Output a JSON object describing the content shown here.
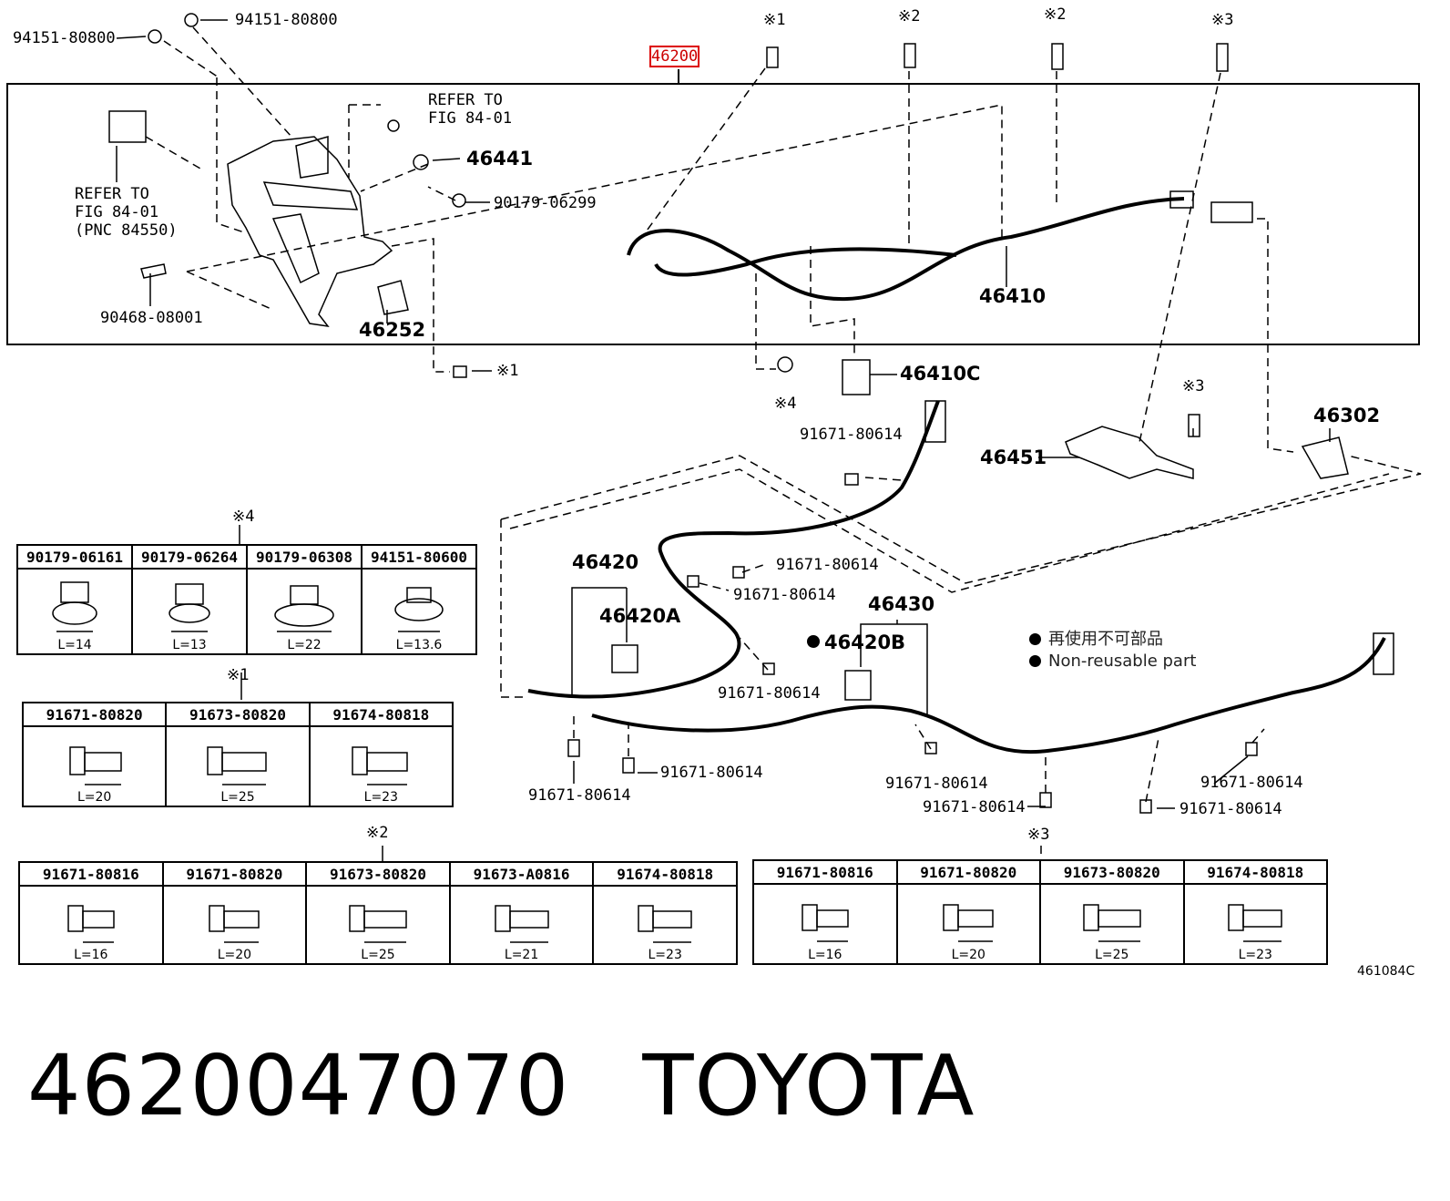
{
  "callouts": {
    "c1": "94151-80800",
    "c2": "94151-80800",
    "assembly": "46200",
    "m1": "※1",
    "m2a": "※2",
    "m2b": "※2",
    "m3": "※3",
    "refer1": "REFER TO\nFIG 84-01",
    "refer2": "REFER TO\nFIG 84-01\n(PNC 84550)",
    "p46441": "46441",
    "p90179": "90179-06299",
    "p90468": "90468-08001",
    "p46252": "46252",
    "p46410": "46410",
    "m1b": "※1",
    "m4": "※4",
    "p46410C": "46410C",
    "p91671a": "91671-80614",
    "p46451": "46451",
    "m3b": "※3",
    "p46302": "46302",
    "p91671b": "91671-80614",
    "p91671c": "91671-80614",
    "p46420": "46420",
    "p46420A": "46420A",
    "p46430": "46430",
    "p46420B": "46420B",
    "p91671d": "91671-80614",
    "p91671e": "91671-80614",
    "p91671f": "91671-80614",
    "p91671g": "91671-80614",
    "p91671h": "91671-80614",
    "p91671i": "91671-80614",
    "p91671j": "91671-80614"
  },
  "legend": {
    "jp": "再使用不可部品",
    "en": "Non-reusable part"
  },
  "tables": {
    "t4": {
      "mark": "※4",
      "items": [
        {
          "part": "90179-06161",
          "len": "L=14"
        },
        {
          "part": "90179-06264",
          "len": "L=13"
        },
        {
          "part": "90179-06308",
          "len": "L=22"
        },
        {
          "part": "94151-80600",
          "len": "L=13.6"
        }
      ]
    },
    "t1": {
      "mark": "※1",
      "items": [
        {
          "part": "91671-80820",
          "len": "L=20"
        },
        {
          "part": "91673-80820",
          "len": "L=25"
        },
        {
          "part": "91674-80818",
          "len": "L=23"
        }
      ]
    },
    "t2": {
      "mark": "※2",
      "items": [
        {
          "part": "91671-80816",
          "len": "L=16"
        },
        {
          "part": "91671-80820",
          "len": "L=20"
        },
        {
          "part": "91673-80820",
          "len": "L=25"
        },
        {
          "part": "91673-A0816",
          "len": "L=21"
        },
        {
          "part": "91674-80818",
          "len": "L=23"
        }
      ]
    },
    "t3": {
      "mark": "※3",
      "items": [
        {
          "part": "91671-80816",
          "len": "L=16"
        },
        {
          "part": "91671-80820",
          "len": "L=20"
        },
        {
          "part": "91673-80820",
          "len": "L=25"
        },
        {
          "part": "91674-80818",
          "len": "L=23"
        }
      ]
    }
  },
  "figure_code": "461084C",
  "footer": {
    "part_number": "4620047070",
    "brand": "TOYOTA"
  }
}
